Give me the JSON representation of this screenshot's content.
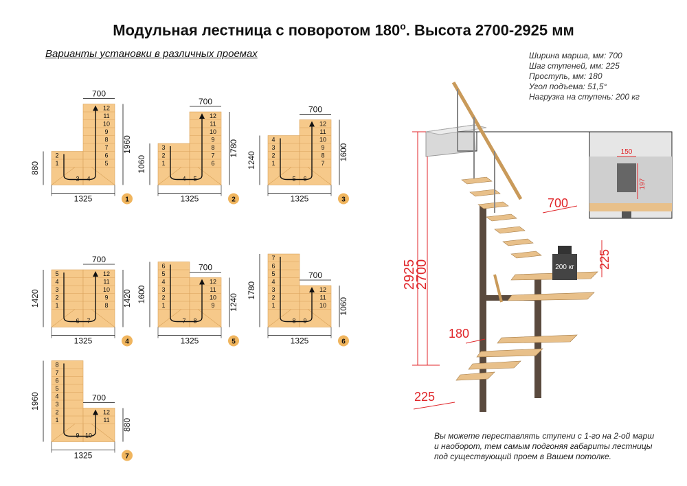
{
  "title": {
    "main": "Модульная лестница с поворотом 180",
    "degree": "o",
    "tail": ". Высота 2700-2925 мм"
  },
  "subtitle": "Варианты установки в различных проемах",
  "specs": [
    "Ширина марша, мм: 700",
    "Шаг ступеней, мм: 225",
    "Проступь, мм: 180",
    "Угол подъема: 51,5°",
    "Нагрузка на ступень: 200 кг"
  ],
  "note": [
    "Вы можете переставлять ступени с 1-го на 2-ой марш",
    "и наоборот, тем самым подгоняя габариты лестницы",
    "под существующий проем в Вашем потолке."
  ],
  "colors": {
    "stair_fill": "#f6c98a",
    "badge_fill": "#f0b55e",
    "dimension_red": "#e0262a",
    "metal": "#5a4a3e",
    "wood": "#e8c08a"
  },
  "variants": [
    {
      "number": "1",
      "width": "1325",
      "march_width": "700",
      "left_height": "880",
      "right_height": "1960",
      "left_steps": [
        "1",
        "2"
      ],
      "bottom_steps": [
        "3",
        "4"
      ],
      "right_steps": [
        "5",
        "6",
        "7",
        "8",
        "9",
        "10",
        "11",
        "12"
      ]
    },
    {
      "number": "2",
      "width": "1325",
      "march_width": "700",
      "left_height": "1060",
      "right_height": "1780",
      "left_steps": [
        "1",
        "2",
        "3"
      ],
      "bottom_steps": [
        "4",
        "5"
      ],
      "right_steps": [
        "6",
        "7",
        "8",
        "9",
        "10",
        "11",
        "12"
      ]
    },
    {
      "number": "3",
      "width": "1325",
      "march_width": "700",
      "left_height": "1240",
      "right_height": "1600",
      "left_steps": [
        "1",
        "2",
        "3",
        "4"
      ],
      "bottom_steps": [
        "5",
        "6"
      ],
      "right_steps": [
        "7",
        "8",
        "9",
        "10",
        "11",
        "12"
      ]
    },
    {
      "number": "4",
      "width": "1325",
      "march_width": "700",
      "left_height": "1420",
      "right_height": "1420",
      "left_steps": [
        "1",
        "2",
        "3",
        "4",
        "5"
      ],
      "bottom_steps": [
        "6",
        "7"
      ],
      "right_steps": [
        "8",
        "9",
        "10",
        "11",
        "12"
      ]
    },
    {
      "number": "5",
      "width": "1325",
      "march_width": "700",
      "left_height": "1600",
      "right_height": "1240",
      "left_steps": [
        "1",
        "2",
        "3",
        "4",
        "5",
        "6"
      ],
      "bottom_steps": [
        "7",
        "8"
      ],
      "right_steps": [
        "9",
        "10",
        "11",
        "12"
      ]
    },
    {
      "number": "6",
      "width": "1325",
      "march_width": "700",
      "left_height": "1780",
      "right_height": "1060",
      "left_steps": [
        "1",
        "2",
        "3",
        "4",
        "5",
        "6",
        "7"
      ],
      "bottom_steps": [
        "8",
        "9"
      ],
      "right_steps": [
        "10",
        "11",
        "12"
      ]
    },
    {
      "number": "7",
      "width": "1325",
      "march_width": "700",
      "left_height": "1960",
      "right_height": "880",
      "left_steps": [
        "1",
        "2",
        "3",
        "4",
        "5",
        "6",
        "7",
        "8"
      ],
      "bottom_steps": [
        "9",
        "10"
      ],
      "right_steps": [
        "11",
        "12"
      ]
    }
  ],
  "drawing": {
    "dim_2925": "2925",
    "dim_2700": "2700",
    "dim_700": "700",
    "dim_225_right": "225",
    "dim_180": "180",
    "dim_225_bottom": "225",
    "weight_label": "200 кг",
    "detail_150": "150",
    "detail_197": "197"
  }
}
